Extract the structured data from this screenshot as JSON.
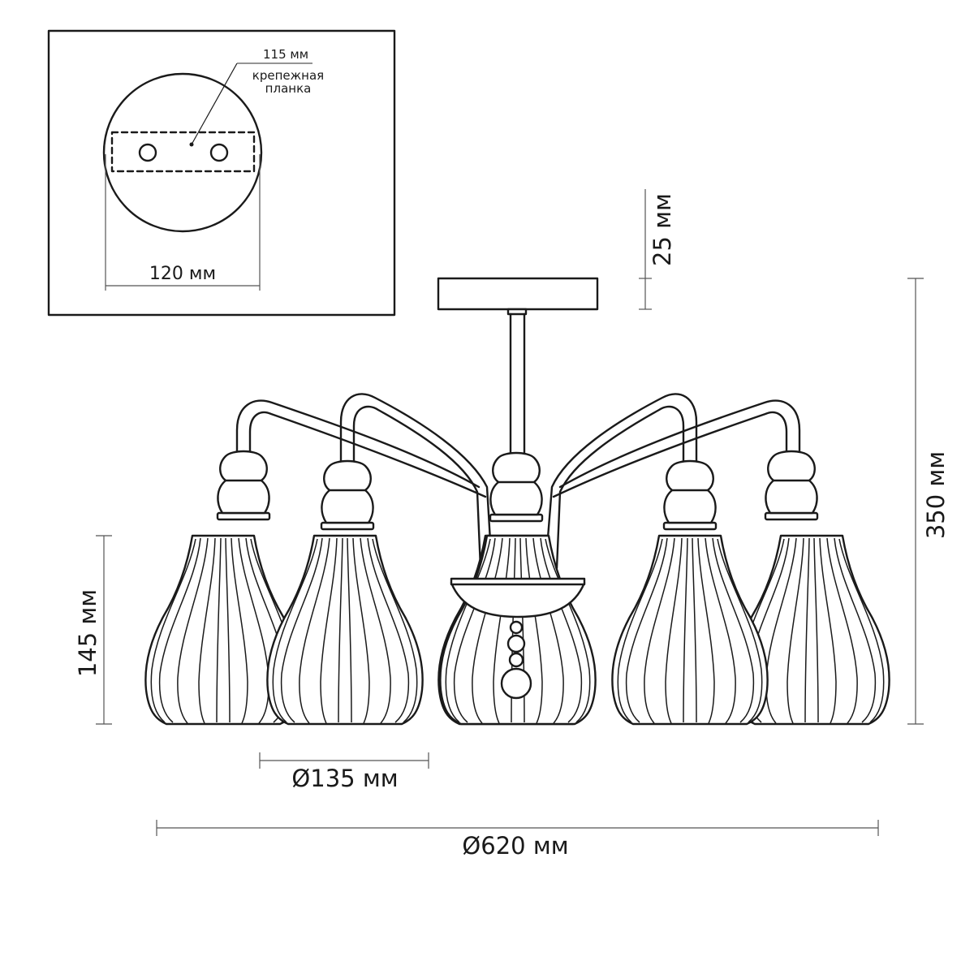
{
  "inset": {
    "bracket_width_label": "115 мм",
    "bracket_name_line1": "крепежная",
    "bracket_name_line2": "планка",
    "canopy_diameter_label": "120 мм"
  },
  "dimensions": {
    "canopy_height": "25 мм",
    "total_height": "350 мм",
    "shade_height": "145 мм",
    "shade_diameter": "Ø135 мм",
    "total_diameter": "Ø620 мм"
  },
  "colors": {
    "line": "#1a1a1a",
    "dimension_line": "#555555",
    "background": "#ffffff"
  }
}
